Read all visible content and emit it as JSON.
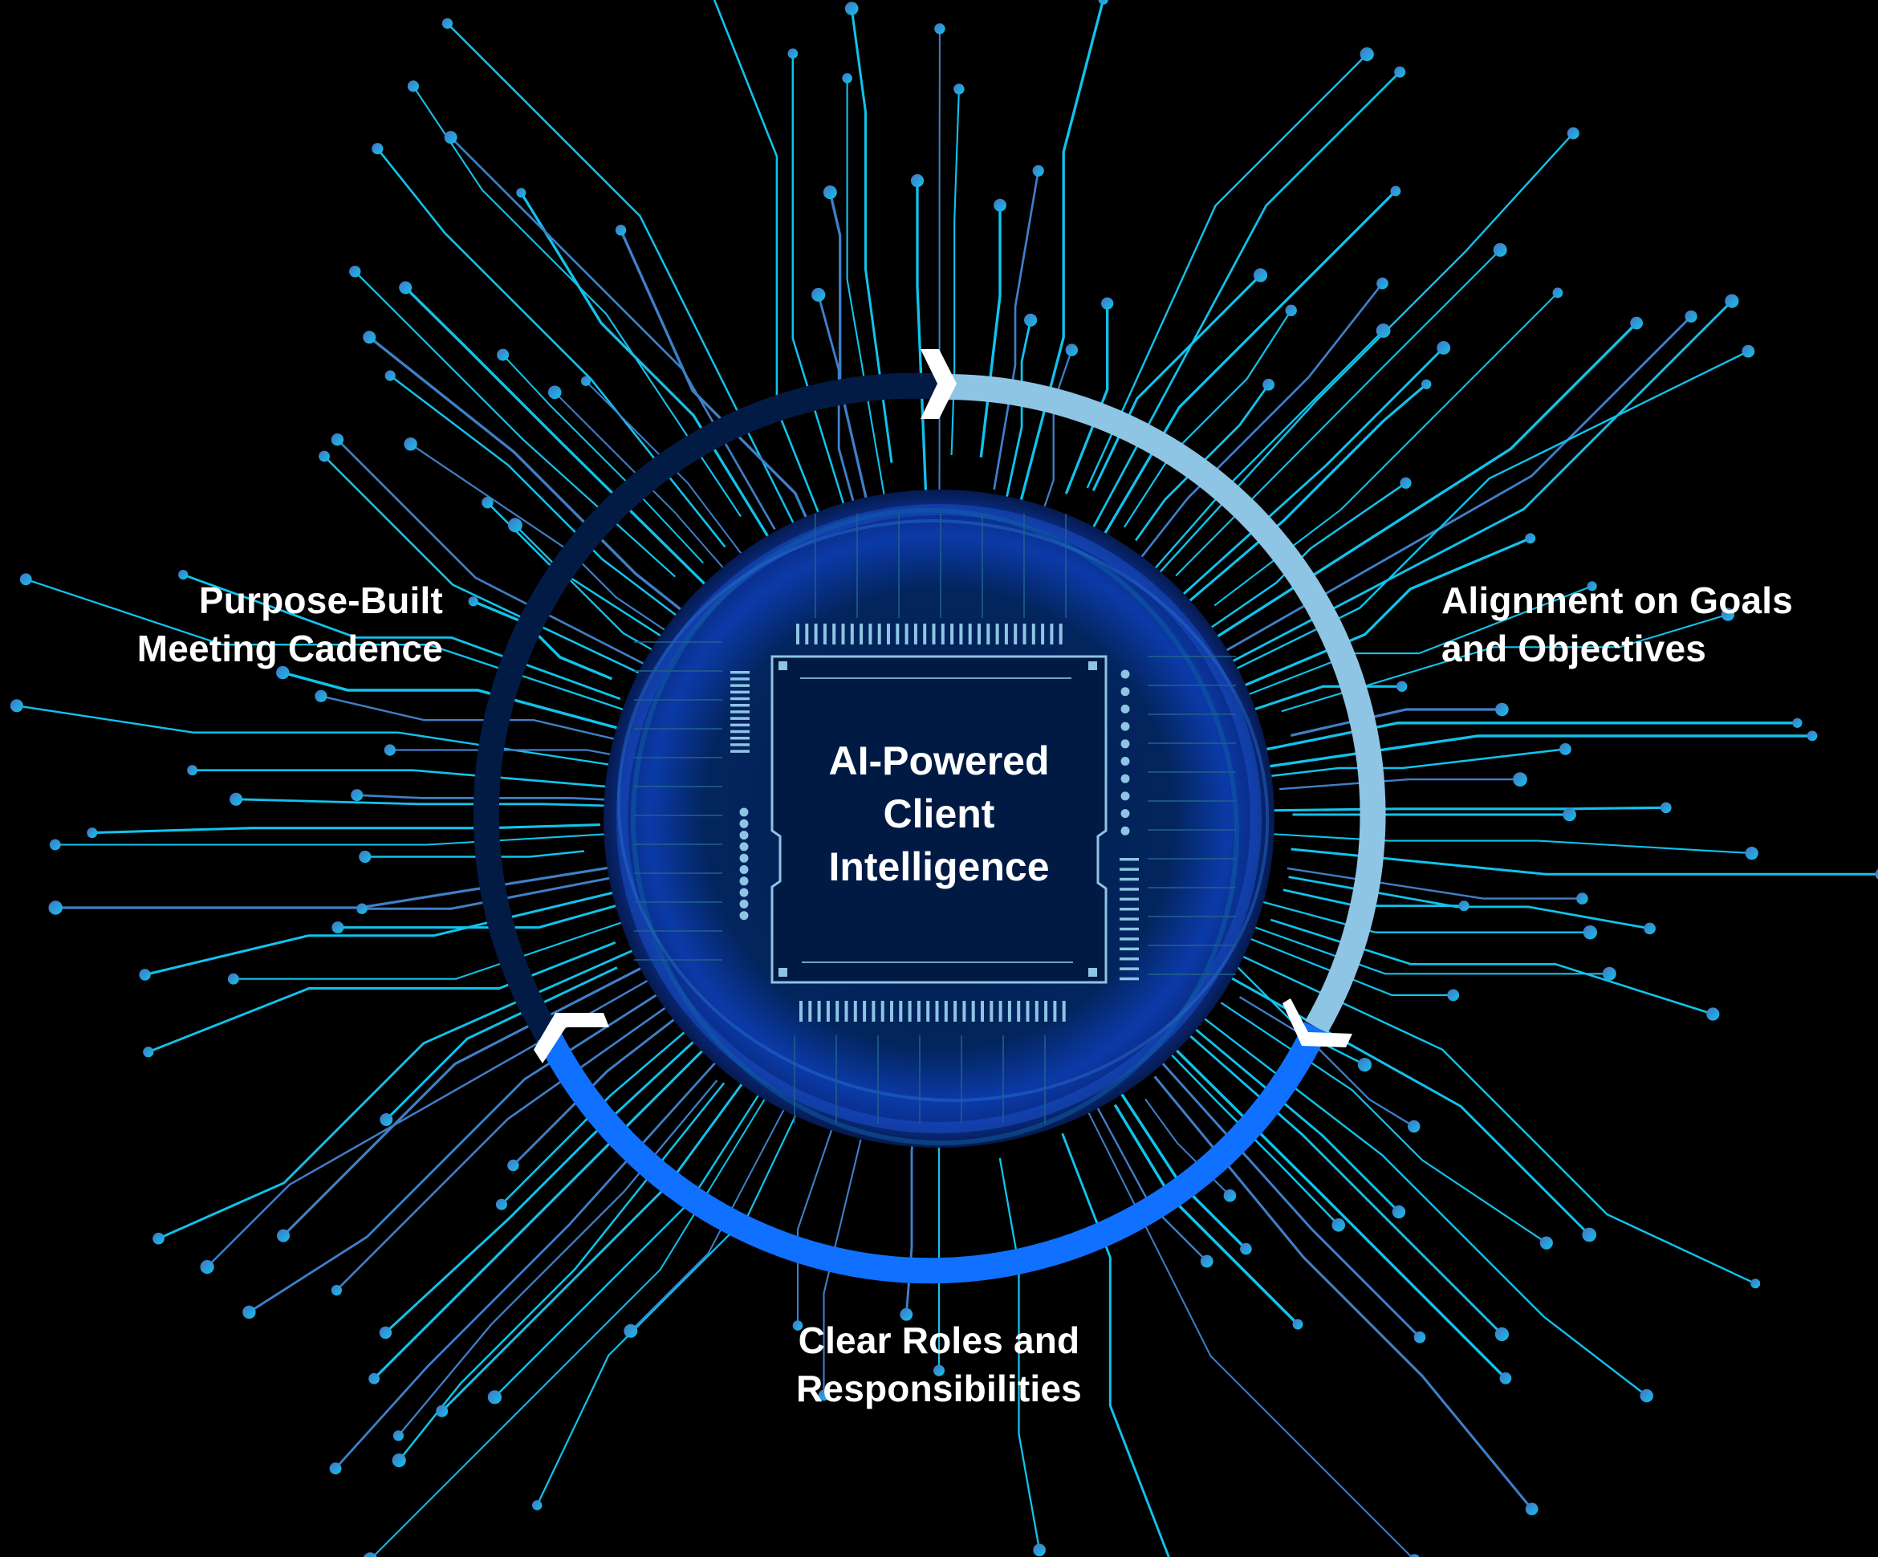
{
  "diagram": {
    "center": {
      "lines": [
        "AI-Powered",
        "Client",
        "Intelligence"
      ]
    },
    "stages": [
      {
        "id": "purpose-built-meeting-cadence",
        "lines": [
          "Purpose-Built",
          "Meeting Cadence"
        ],
        "position": "left",
        "arc_color": "#021b45"
      },
      {
        "id": "alignment-on-goals",
        "lines": [
          "Alignment on Goals",
          "and Objectives"
        ],
        "position": "right",
        "arc_color": "#8ec4e4"
      },
      {
        "id": "clear-roles",
        "lines": [
          "Clear Roles and",
          "Responsibilities"
        ],
        "position": "bottom",
        "arc_color": "#1070ff"
      }
    ],
    "flow": "clockwise cycle: Purpose-Built Meeting Cadence → Alignment on Goals and Objectives → Clear Roles and Responsibilities → back",
    "colors": {
      "background": "#000000",
      "trace": "#11c3ec",
      "trace_dim": "#3f7fc8",
      "node": "#1aa7e0",
      "ring_dark": "#021b45",
      "ring_light": "#8ec4e4",
      "ring_bright": "#1070ff",
      "orb": "#0a2a78",
      "chip": "#001a44",
      "chip_detail": "#8ec4e4",
      "arrow": "#ffffff",
      "text": "#ffffff"
    }
  }
}
